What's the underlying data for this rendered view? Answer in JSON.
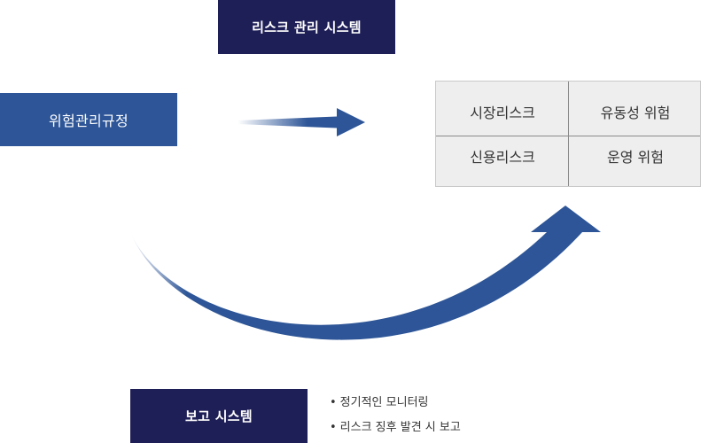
{
  "diagram": {
    "top_box": {
      "label": "리스크 관리 시스템"
    },
    "left_box": {
      "label": "위험관리규정"
    },
    "bottom_box": {
      "label": "보고 시스템"
    },
    "risk_table": {
      "cells": [
        [
          "시장리스크",
          "유동성 위험"
        ],
        [
          "신용리스크",
          "운영 위험"
        ]
      ]
    },
    "report_items": [
      "정기적인 모니터링",
      "리스크 징후 발견 시 보고"
    ],
    "bullet": "•",
    "colors": {
      "navy": "#1f1f57",
      "blue": "#2d5597",
      "table_bg": "#eeeeee",
      "arrow": "#2d5597"
    }
  }
}
